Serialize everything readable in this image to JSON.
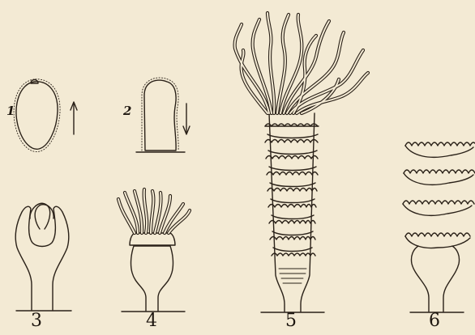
{
  "figures": [
    {
      "id": "1",
      "label": "1",
      "arrow": "up"
    },
    {
      "id": "2",
      "label": "2",
      "arrow": "down"
    },
    {
      "id": "3",
      "label": "3"
    },
    {
      "id": "4",
      "label": "4"
    },
    {
      "id": "5",
      "label": "5"
    },
    {
      "id": "6",
      "label": "6"
    }
  ]
}
